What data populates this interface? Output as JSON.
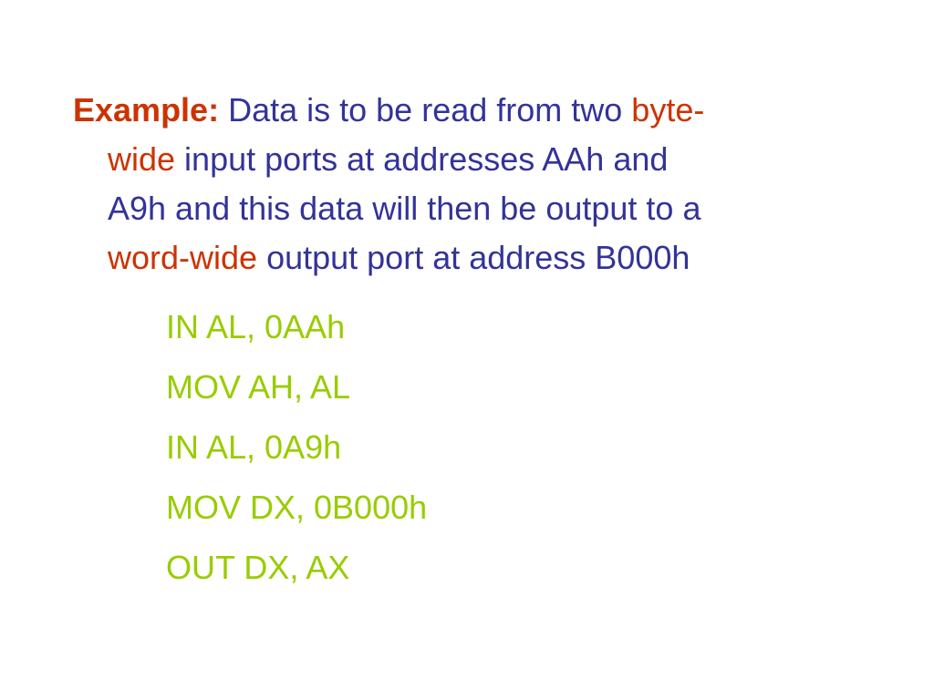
{
  "colors": {
    "background": "#ffffff",
    "body_text": "#333399",
    "highlight": "#cc3300",
    "code": "#99cc00"
  },
  "example": {
    "label": "Example:",
    "lines": [
      [
        {
          "text": "Data is to be read from two ",
          "style": "normal"
        },
        {
          "text": "byte-",
          "style": "highlight"
        }
      ],
      [
        {
          "text": "wide",
          "style": "highlight"
        },
        {
          "text": " input ports at addresses AAh and",
          "style": "normal"
        }
      ],
      [
        {
          "text": "A9h and this data will then be output to a",
          "style": "normal"
        }
      ],
      [
        {
          "text": "word-wide",
          "style": "highlight"
        },
        {
          "text": " output port at address B000h",
          "style": "normal"
        }
      ]
    ]
  },
  "code_lines": [
    "IN AL, 0AAh",
    "MOV AH, AL",
    "IN AL, 0A9h",
    "MOV DX, 0B000h",
    "OUT DX, AX"
  ]
}
